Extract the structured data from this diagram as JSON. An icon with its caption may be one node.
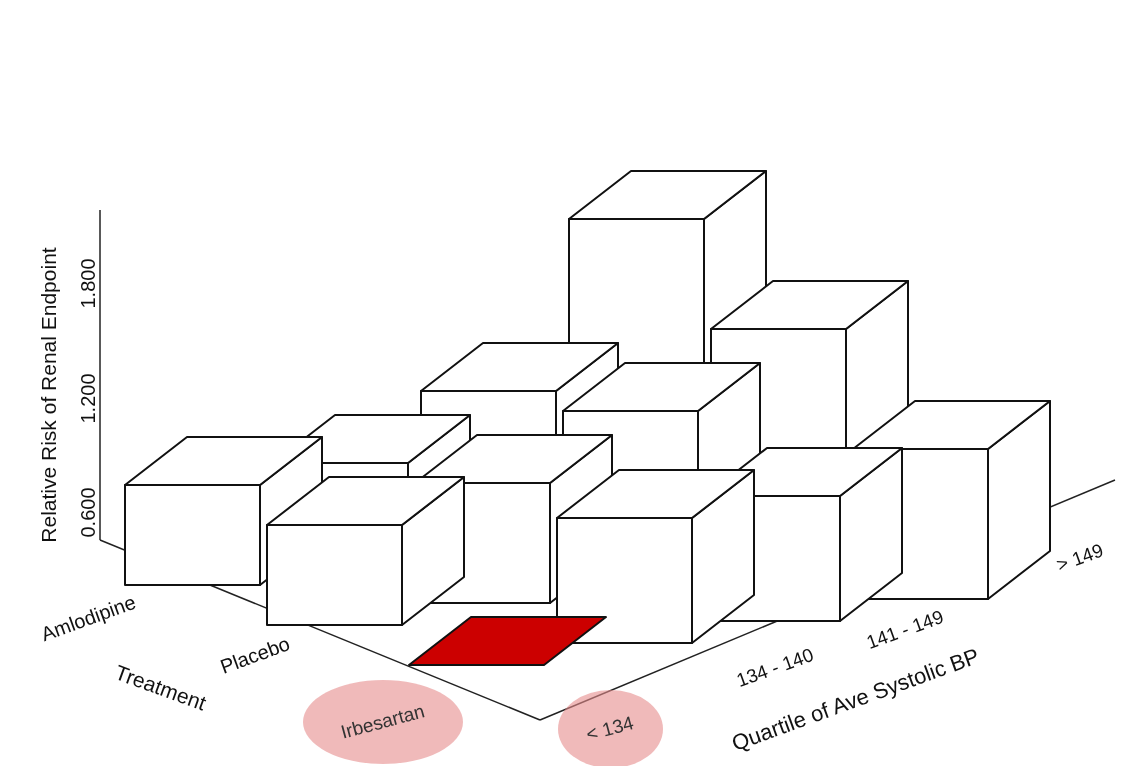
{
  "diagram": {
    "nodes": [
      {
        "text": [
          "Irbesartan"
        ]
      },
      {
        "text": [
          "< 134"
        ]
      }
    ],
    "labels": [
      "Relative Risk of Renal Endpoint",
      "1.800",
      "1.200",
      "0.600",
      "Amlodipine",
      "Placebo",
      "Treatment",
      "134 - 140",
      "141 - 149",
      "> 149",
      "Quartile of Ave Systolic BP"
    ]
  }
}
